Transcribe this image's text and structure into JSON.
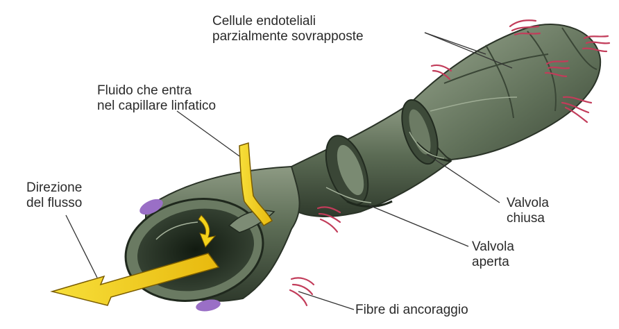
{
  "labels": {
    "cellule": [
      "Cellule endoteliali",
      "parzialmente sovrapposte"
    ],
    "fluido": [
      "Fluido che entra",
      "nel capillare linfatico"
    ],
    "direzione": [
      "Direzione",
      "del flusso"
    ],
    "valvola_chiusa": [
      "Valvola",
      "chiusa"
    ],
    "valvola_aperta": [
      "Valvola",
      "aperta"
    ],
    "fibre": [
      "Fibre di ancoraggio"
    ]
  },
  "colors": {
    "vessel_dark": "#2f3a2c",
    "vessel_mid": "#5c6c55",
    "vessel_light": "#8d9a83",
    "interior_dark": "#1f2a1e",
    "arrow_yellow": "#f3d21a",
    "fiber_pink": "#c23c5a",
    "nucleus_purple": "#9a6fc6",
    "leader_line": "#333333"
  }
}
